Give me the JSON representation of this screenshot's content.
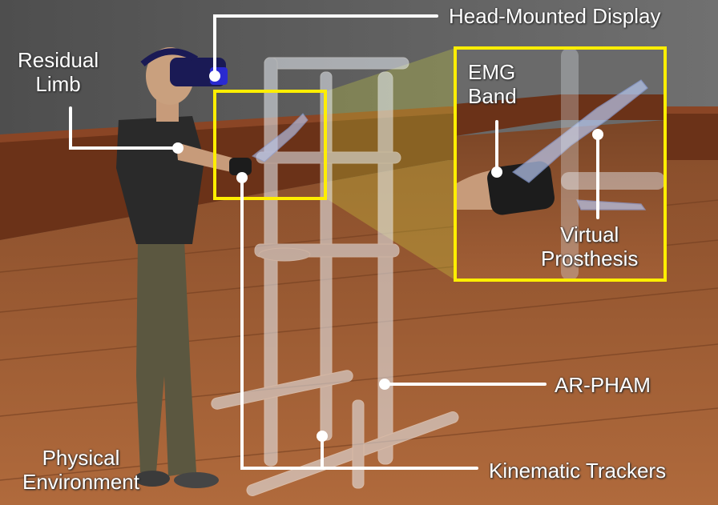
{
  "labels": {
    "head_mounted_display": "Head-Mounted Display",
    "residual_limb_line1": "Residual",
    "residual_limb_line2": "Limb",
    "emg_band_line1": "EMG",
    "emg_band_line2": "Band",
    "virtual_prosthesis_line1": "Virtual",
    "virtual_prosthesis_line2": "Prosthesis",
    "ar_pham": "AR-PHAM",
    "kinematic_trackers": "Kinematic Trackers",
    "physical_environment_line1": "Physical",
    "physical_environment_line2": "Environment"
  },
  "colors": {
    "highlight_box": "#ffee00",
    "callout_line": "#ffffff",
    "floor": "#a0613a",
    "wall": "#5f5f5f",
    "counter": "#6b3218",
    "apparatus": "#e8eef5"
  }
}
